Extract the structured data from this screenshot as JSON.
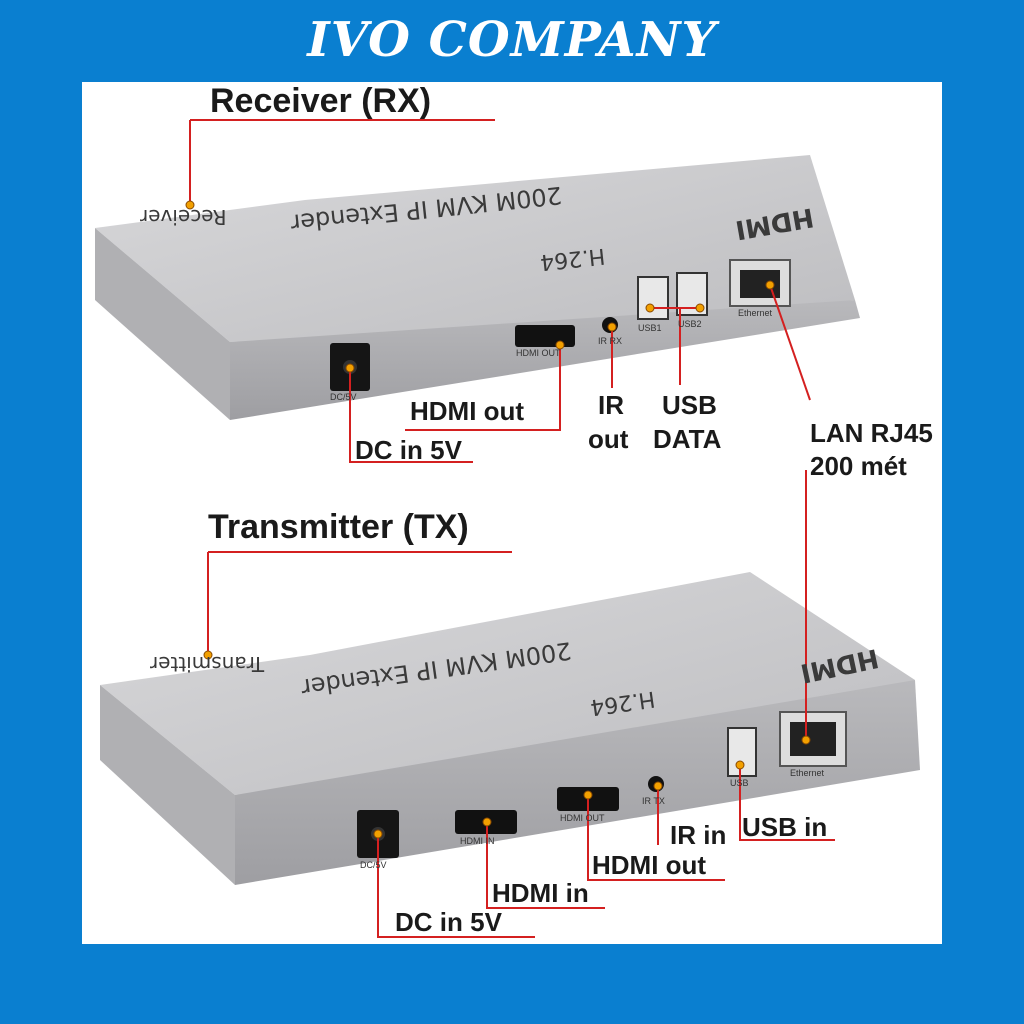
{
  "brand": {
    "title": "IVO COMPANY"
  },
  "receiver": {
    "section_title": "Receiver (RX)",
    "device_side_label": "Receiver",
    "device_model": "200M KVM IP Extender",
    "codec": "H.264",
    "logo_text": "HDMI",
    "ports": [
      "DC/5V",
      "HDMI OUT",
      "IR RX",
      "USB1",
      "USB2",
      "Ethernet"
    ],
    "callouts": {
      "hdmi_out": "HDMI out",
      "dc_in": "DC in 5V",
      "ir_out_line1": "IR",
      "ir_out_line2": "out",
      "usb_data_line1": "USB",
      "usb_data_line2": "DATA",
      "lan_line1": "LAN RJ45",
      "lan_line2": "200 mét"
    }
  },
  "transmitter": {
    "section_title": "Transmitter (TX)",
    "device_side_label": "Transmitter",
    "device_model": "200M KVM IP Extender",
    "codec": "H.264",
    "logo_text": "HDMI",
    "ports": [
      "DC/5V",
      "HDMI IN",
      "HDMI OUT",
      "IR TX",
      "USB",
      "Ethernet"
    ],
    "callouts": {
      "ir_in": "IR in",
      "usb_in": "USB in",
      "hdmi_out": "HDMI out",
      "hdmi_in": "HDMI in",
      "dc_in": "DC in 5V"
    }
  },
  "colors": {
    "background": "#0a7fd0",
    "panel": "#ffffff",
    "leader_line": "#d42020",
    "dot": "#f2a000",
    "device": "#c9c9cb"
  }
}
